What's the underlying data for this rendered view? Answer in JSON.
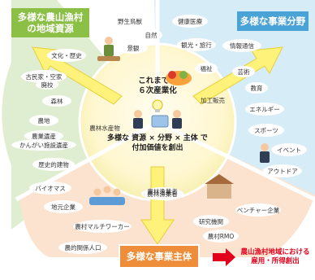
{
  "titles": {
    "resources_line1": "多様な農山漁村",
    "resources_line2": "の地域資源",
    "fields": "多様な事業分野",
    "actors": "多様な事業主体",
    "outcome_line1": "農山漁村地域における",
    "outcome_line2": "雇用・所得創出"
  },
  "center": {
    "past_line1": "これまでの",
    "past_line2": "６次産業化",
    "combo_line1": "多様な 資源 × 分野 × 主体 で",
    "combo_line2": "付加価値を創出"
  },
  "resources": [
    "野生鳥獣",
    "自然",
    "景観",
    "文化・歴史",
    "古民家・空家",
    "廃校",
    "森林",
    "農地",
    "農業遺産",
    "かんがい施設遺産",
    "歴史的建物",
    "バイオマス"
  ],
  "fields": [
    "健康医療",
    "観光・旅行",
    "情報通信",
    "福祉",
    "芸術",
    "教育",
    "エネルギー",
    "スポーツ",
    "イベント",
    "アウトドア"
  ],
  "actors": [
    "地元企業",
    "農村マルチワーカー",
    "農的関係人口",
    "農林漁業者",
    "研究機関",
    "ベンチャー企業",
    "農村RMO"
  ],
  "inner": {
    "agri_forest_fish_products": "農林水産物",
    "processing_sales": "加工販売",
    "farmers": "農林漁業者"
  },
  "colors": {
    "resources": "#8cbf46",
    "fields": "#4aa3d6",
    "actors": "#ef8e3a",
    "outcome_text": "#e2001a",
    "arrow": "#fff27a"
  }
}
